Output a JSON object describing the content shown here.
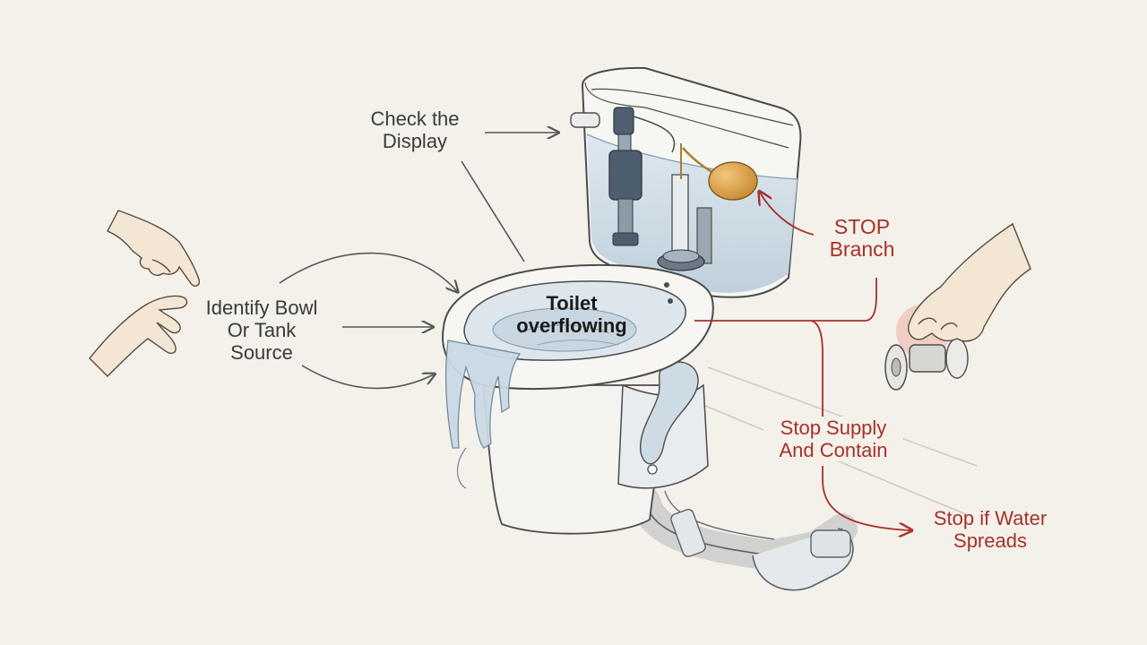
{
  "diagram": {
    "labels": {
      "check_display": [
        "Check the",
        "Display"
      ],
      "identify_source": [
        "Identify Bowl",
        "Or Tank",
        "Source"
      ],
      "toilet_overflowing": [
        "Toilet",
        "overflowing"
      ],
      "stop_branch": [
        "STOP",
        "Branch"
      ],
      "stop_supply": [
        "Stop Supply",
        "And Contain"
      ],
      "stop_spreads": [
        "Stop if Water",
        "Spreads"
      ]
    },
    "colors": {
      "background": "#f3f1ea",
      "ink": "#3a3a3a",
      "stop_red": "#a8302a",
      "water": "#cfdde6",
      "float_ball": "#d9a24a"
    },
    "icons": [
      "hand-pointing-icon",
      "hand-open-icon",
      "hand-valve-icon",
      "shutoff-valve-icon",
      "toilet-illustration"
    ]
  }
}
